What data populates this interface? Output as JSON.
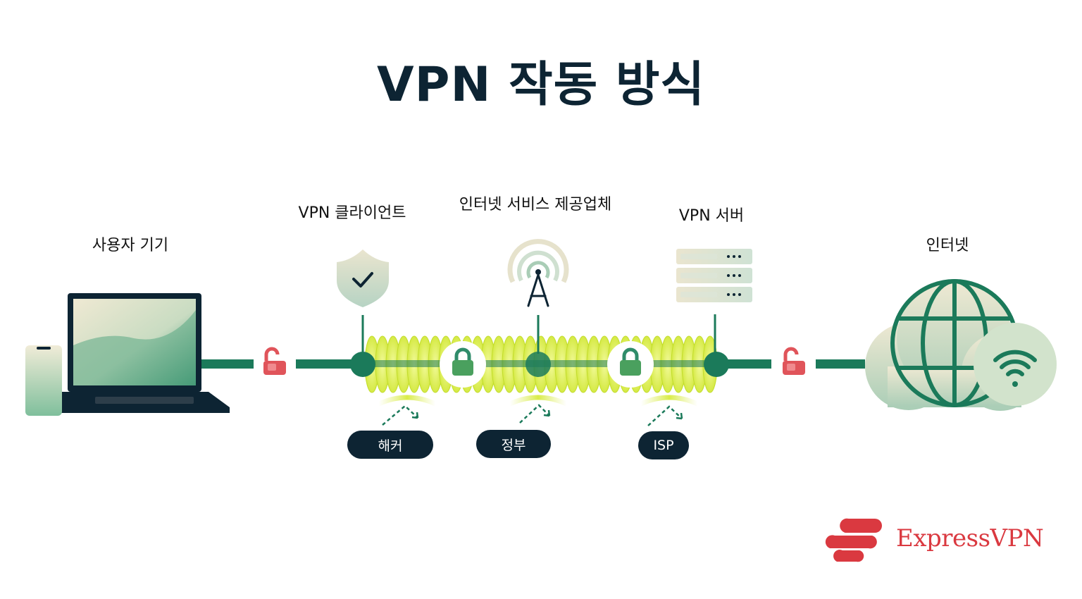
{
  "title": "VPN 작동 방식",
  "nodes": {
    "user_device": "사용자 기기",
    "vpn_client": "VPN 클라이언트",
    "isp": "인터넷 서비스 제공업체",
    "vpn_server": "VPN 서버",
    "internet": "인터넷"
  },
  "threats": [
    "해커",
    "정부",
    "ISP"
  ],
  "brand": "ExpressVPN",
  "colors": {
    "title": "#0d2433",
    "link_green": "#1b7a5a",
    "tunnel_yellow": "#d6ec3a",
    "unlock_red": "#e0545a",
    "brand_red": "#da3940",
    "pill_bg": "#0d2433"
  },
  "icons": [
    "laptop-icon",
    "phone-icon",
    "shield-check-icon",
    "antenna-icon",
    "server-rack-icon",
    "globe-icon",
    "wifi-icon",
    "lock-icon",
    "unlock-icon",
    "expressvpn-logo-icon"
  ]
}
